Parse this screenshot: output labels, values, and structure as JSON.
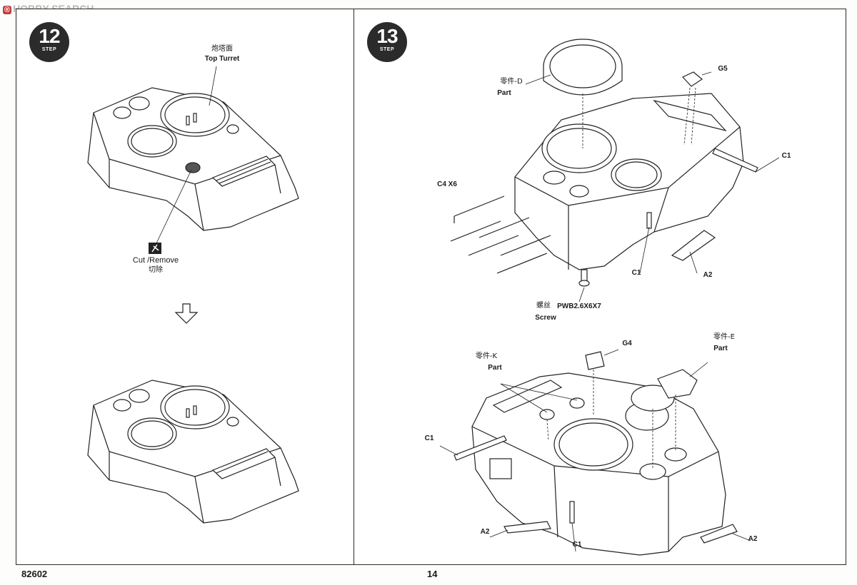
{
  "watermark": {
    "text": "HOBBY SEARCH"
  },
  "footer": {
    "kit_number": "82602",
    "page_number": "14"
  },
  "step12": {
    "badge_number": "12",
    "badge_label": "STEP",
    "callout_top_cn": "炮塔面",
    "callout_top_en": "Top Turret",
    "callout_cut_en": "Cut /Remove",
    "callout_cut_cn": "切除"
  },
  "step13": {
    "badge_number": "13",
    "badge_label": "STEP",
    "upper": {
      "part_d_cn": "零件-D",
      "part_d_en": "Part",
      "g5": "G5",
      "c1_right": "C1",
      "c4": "C4 X6",
      "c1_bottom": "C1",
      "a2": "A2",
      "screw_cn": "螺丝",
      "screw_code": "PWB2.6X6X7",
      "screw_en": "Screw"
    },
    "lower": {
      "g4": "G4",
      "part_e_cn": "零件-E",
      "part_e_en": "Part",
      "part_k_cn": "零件-K",
      "part_k_en": "Part",
      "c1_left": "C1",
      "a2_left": "A2",
      "c1_bottom": "C1",
      "a2_right": "A2"
    }
  }
}
